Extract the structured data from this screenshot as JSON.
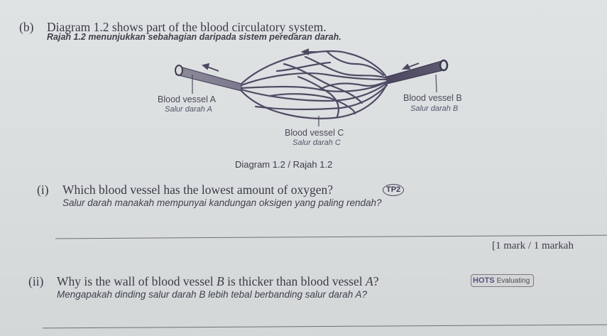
{
  "section": {
    "label": "(b)",
    "intro_en": "Diagram 1.2 shows part of the blood circulatory system.",
    "intro_ms": "Rajah 1.2 menunjukkan sebahagian daripada sistem peredaran darah."
  },
  "diagram": {
    "vessel_a": {
      "label_en": "Blood vessel A",
      "label_ms": "Salur darah A"
    },
    "vessel_b": {
      "label_en": "Blood vessel B",
      "label_ms": "Salur darah B"
    },
    "vessel_c": {
      "label_en": "Blood vessel C",
      "label_ms": "Salur darah C"
    },
    "caption": "Diagram 1.2 / Rajah 1.2",
    "flow_direction": "right-to-left"
  },
  "questions": [
    {
      "number": "(i)",
      "text_en": "Which blood vessel has the lowest amount of oxygen?",
      "text_ms": "Salur darah manakah mempunyai kandungan oksigen yang paling rendah?",
      "badge": "TP2",
      "marks": "[1 mark / 1 markah"
    },
    {
      "number": "(ii)",
      "text_en_pre": "Why is the wall of blood vessel ",
      "text_en_b": "B",
      "text_en_mid": " is thicker than blood vessel ",
      "text_en_a": "A",
      "text_en_post": "?",
      "text_ms": "Mengapakah dinding salur darah B lebih tebal berbanding salur darah A?",
      "badge_logo": "HOTS",
      "badge_text": "Evaluating"
    }
  ],
  "colors": {
    "paper": "#dcdfdf",
    "ink": "#3b3b46",
    "vessel_ink": "#4f4b66"
  }
}
